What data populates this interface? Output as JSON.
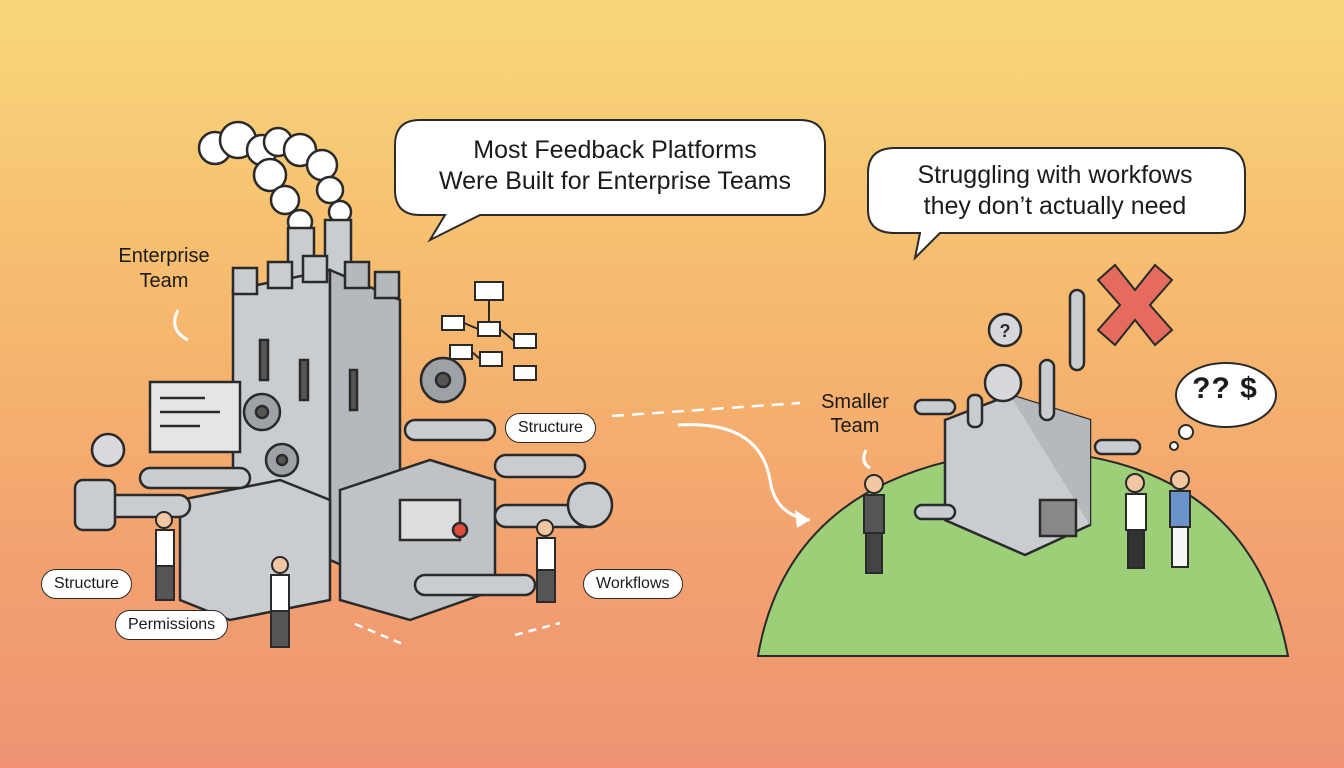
{
  "bubbles": {
    "left": {
      "line1": "Most Feedback Platforms",
      "line2": "Were Built for Enterprise Teams"
    },
    "right": {
      "line1": "Struggling with workfows",
      "line2": "they don’t actually need"
    }
  },
  "labels": {
    "enterprise": {
      "line1": "Enterprise",
      "line2": "Team"
    },
    "smaller": {
      "line1": "Smaller",
      "line2": "Team"
    },
    "structure_right": "Structure",
    "structure_left": "Structure",
    "permissions": "Permissions",
    "workflows": "Workflows",
    "thought": "?? $"
  },
  "icons": [
    "factory-machine",
    "small-machine",
    "red-x-icon",
    "gear-icon",
    "flowchart-icon",
    "smoke-cloud",
    "question-bubble"
  ],
  "colors": {
    "background_top": "#f8d77a",
    "background_bottom": "#ef9372",
    "hill": "#9ccf78",
    "machine": "#c9ccd0",
    "cross": "#e56b5f"
  }
}
